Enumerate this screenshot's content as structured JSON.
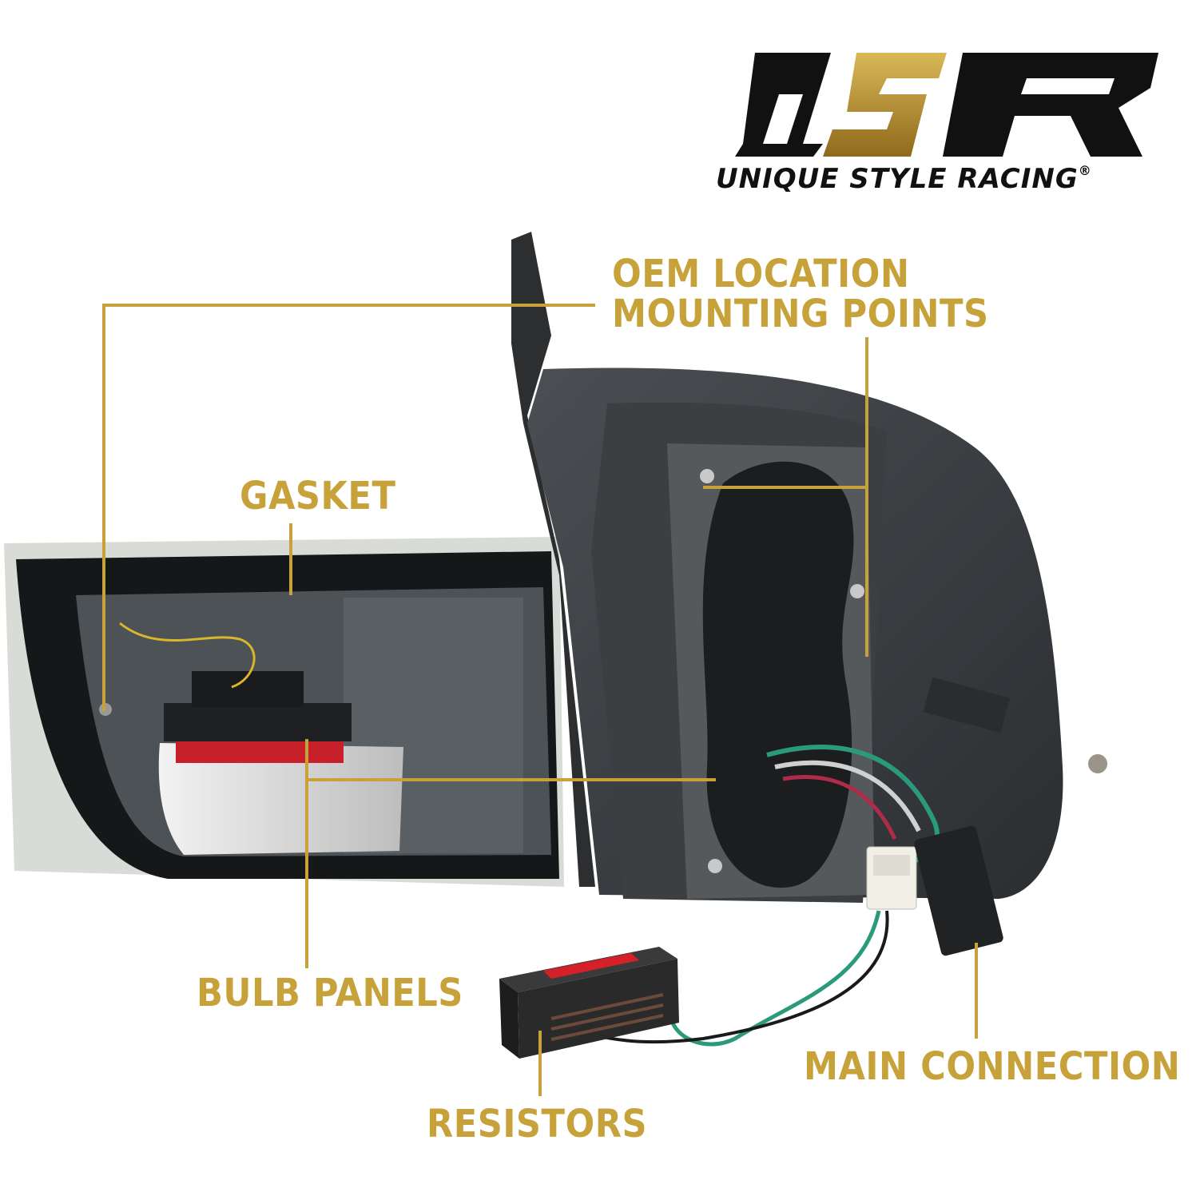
{
  "brand": {
    "logo_mark": "USR",
    "name": "UNIQUE STYLE RACING",
    "registered_symbol": "®"
  },
  "callouts": {
    "oem_line1": "OEM LOCATION",
    "oem_line2": "MOUNTING POINTS",
    "gasket": "GASKET",
    "bulb_panels": "BULB PANELS",
    "main_connection": "MAIN CONNECTION",
    "resistors": "RESISTORS"
  },
  "colors": {
    "callout": "#c7a23a",
    "logo_dark": "#111111",
    "logo_gold": "#b08a2e",
    "housing": "#3a3d40"
  }
}
